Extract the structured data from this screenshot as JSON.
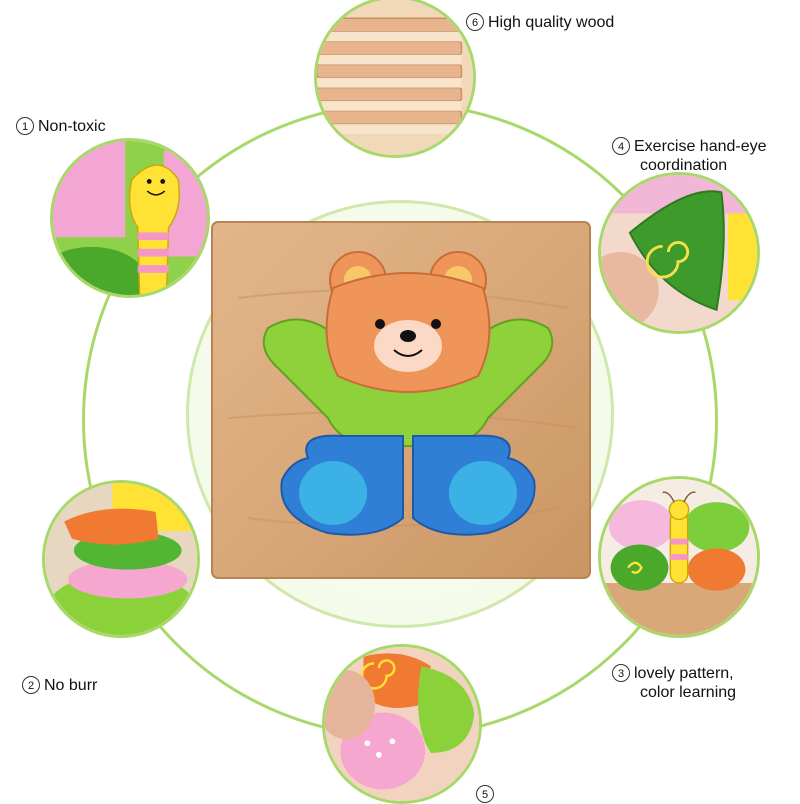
{
  "features": [
    {
      "num": "1",
      "text": "Non-toxic"
    },
    {
      "num": "2",
      "text": "No burr"
    },
    {
      "num": "3",
      "line1": "lovely pattern,",
      "line2": "color learning"
    },
    {
      "num": "4",
      "line1": "Exercise hand-eye",
      "line2": "coordination"
    },
    {
      "num": "5",
      "text": ""
    },
    {
      "num": "6",
      "text": "High quality wood"
    }
  ],
  "colors": {
    "ring": "#a9d86a",
    "wood": "#d9a879",
    "bear_head": "#f0955a",
    "bear_body": "#8ed13a",
    "bear_legs": "#2f7fd6"
  }
}
